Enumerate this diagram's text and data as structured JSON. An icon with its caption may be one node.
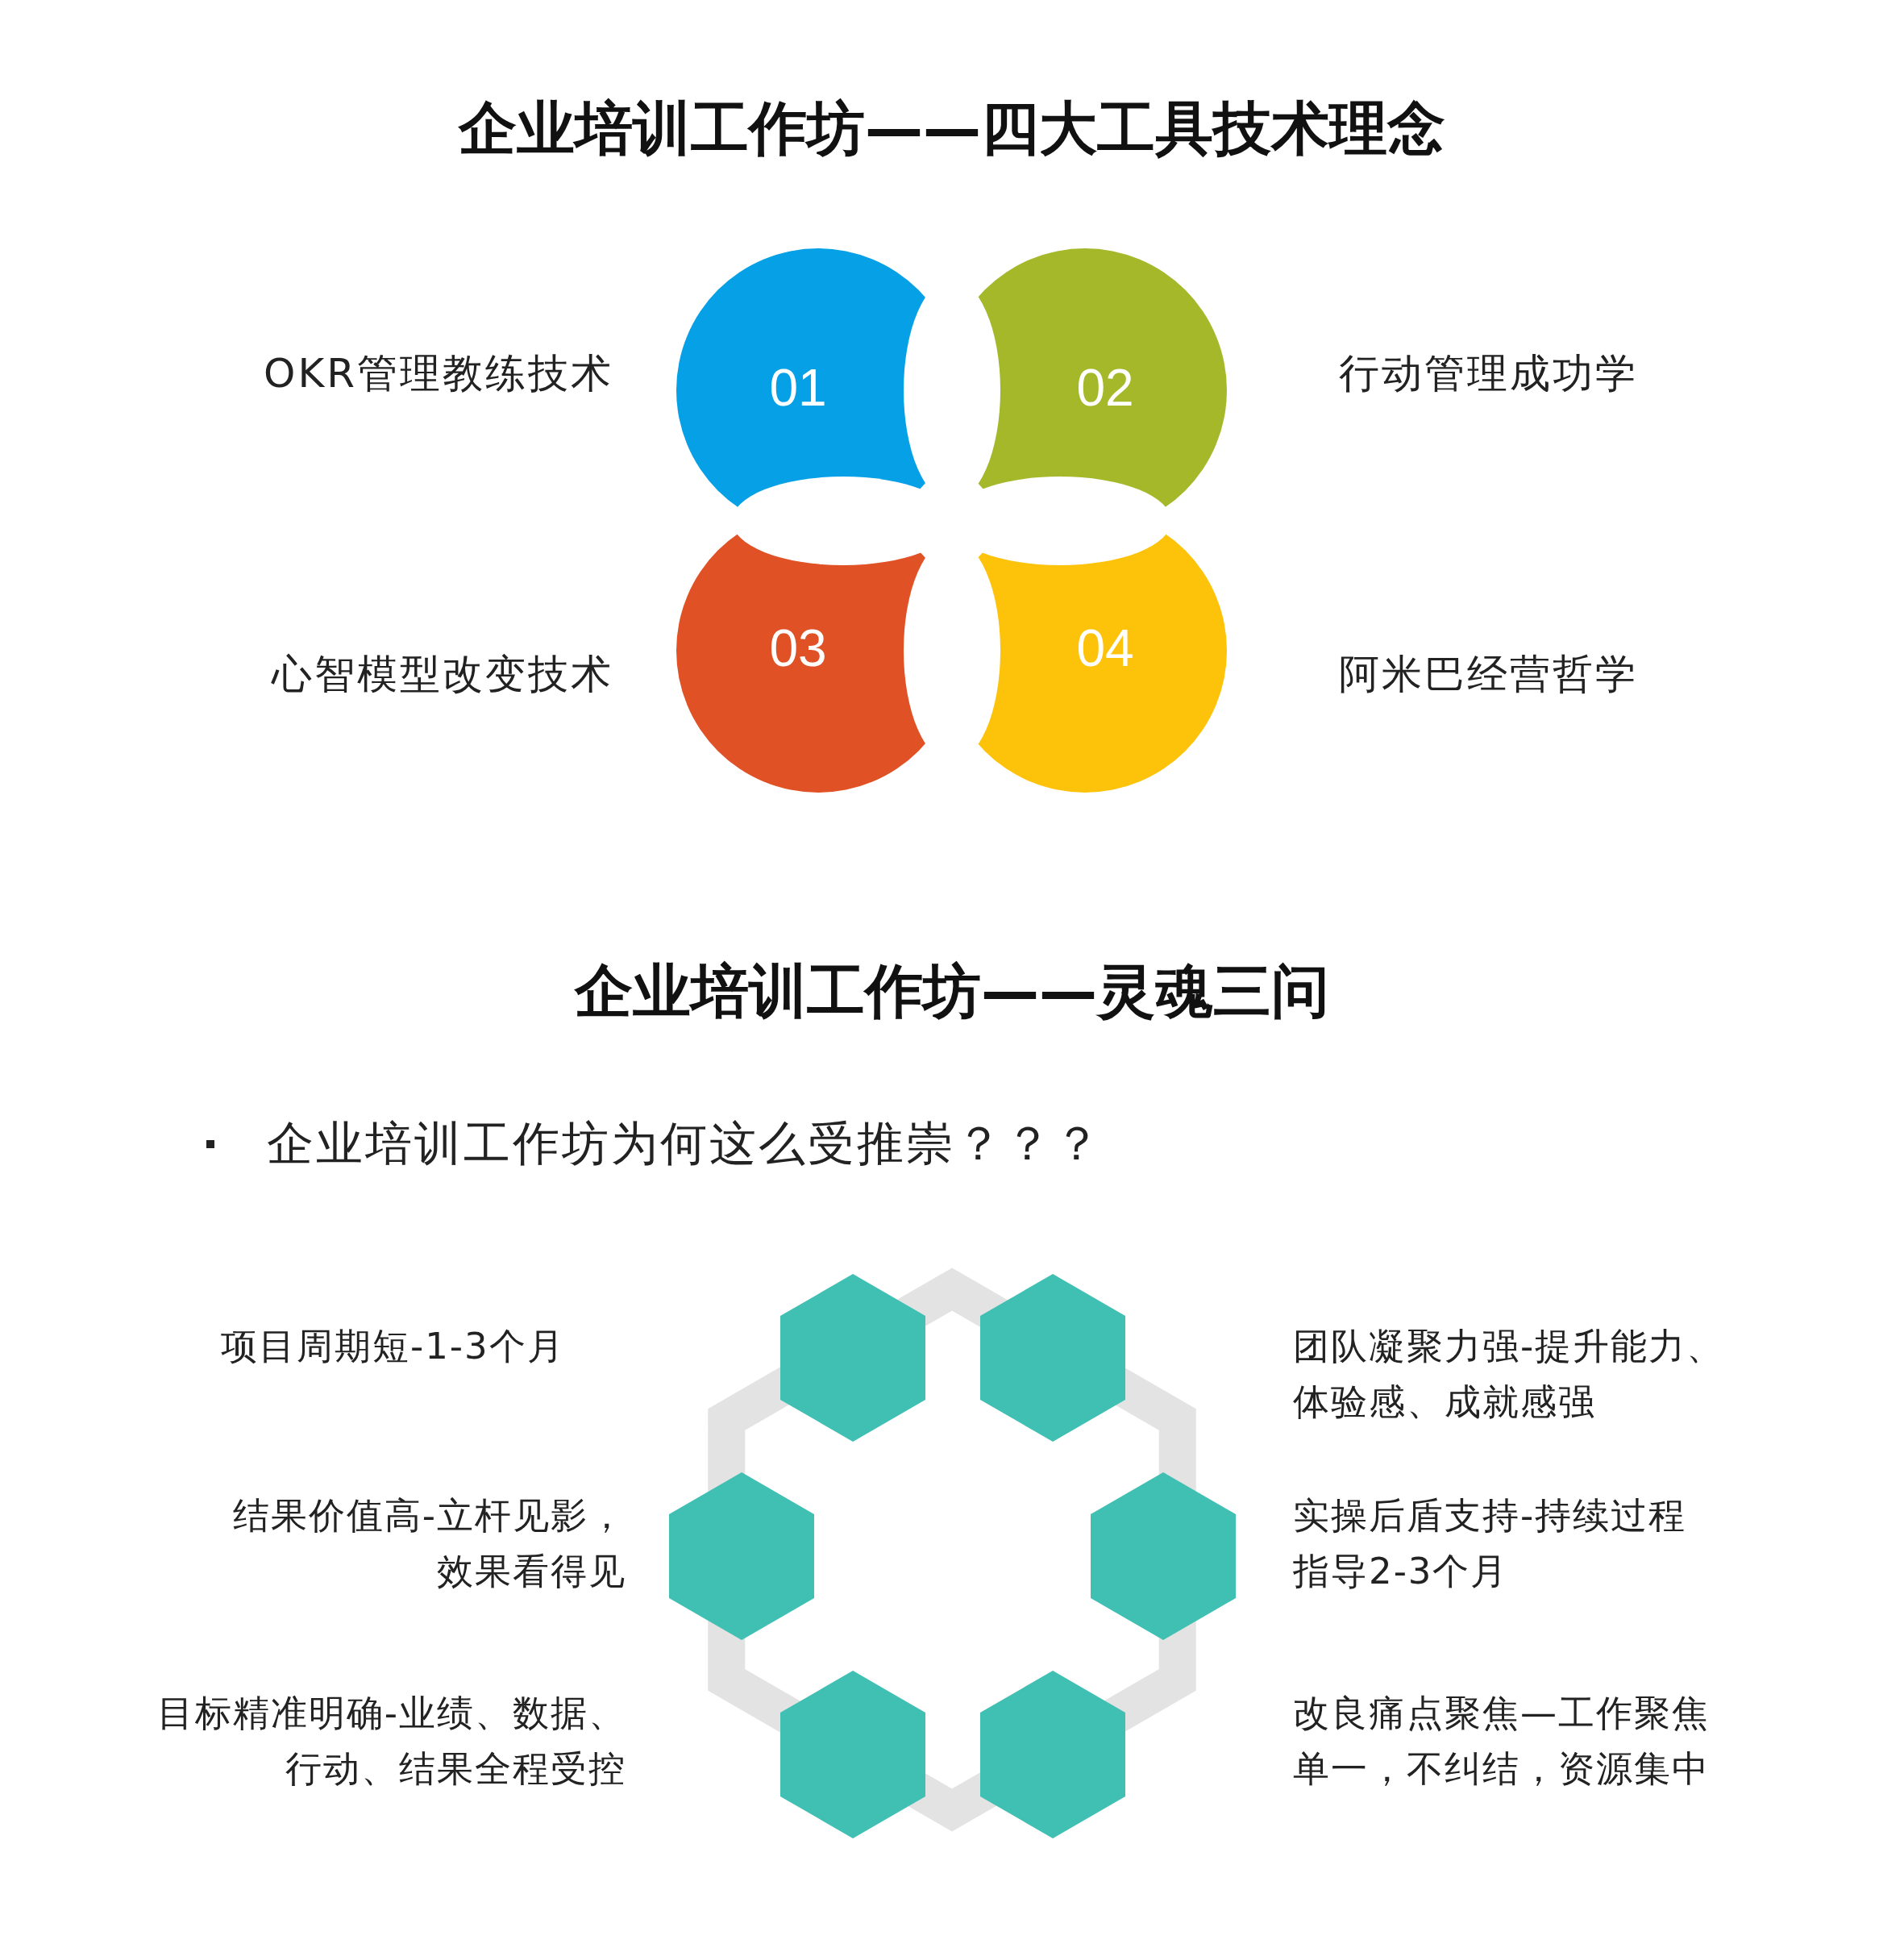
{
  "diagram": {
    "title": "企业培训工作坊——四大工具技术理念",
    "nodes": [
      {
        "text": [
          "01"
        ],
        "beside": [
          "OKR管理教练技术"
        ]
      },
      {
        "text": [
          "02"
        ],
        "beside": [
          "行动管理成功学"
        ]
      },
      {
        "text": [
          "03"
        ],
        "beside": [
          "心智模型改变技术"
        ]
      },
      {
        "text": [
          "04"
        ],
        "beside": [
          "阿米巴经营哲学"
        ]
      },
      {
        "text": [],
        "shape": "hexagon"
      },
      {
        "text": [],
        "shape": "hexagon"
      },
      {
        "text": [],
        "shape": "hexagon"
      },
      {
        "text": [],
        "shape": "hexagon"
      },
      {
        "text": [],
        "shape": "hexagon"
      },
      {
        "text": [],
        "shape": "hexagon"
      }
    ],
    "labels": [
      "企业培训工作坊——灵魂三问",
      "企业培训工作坊为何这么受推崇？？？",
      "项目周期短-1-3个月",
      "团队凝聚力强-提升能力、体验感、成就感强",
      "结果价值高-立杆见影，效果看得见",
      "实操后盾支持-持续过程指导2-3个月",
      "目标精准明确-业绩、数据、行动、结果全程受控",
      "改良痛点聚焦—工作聚焦单一，不纠结，资源集中"
    ]
  }
}
